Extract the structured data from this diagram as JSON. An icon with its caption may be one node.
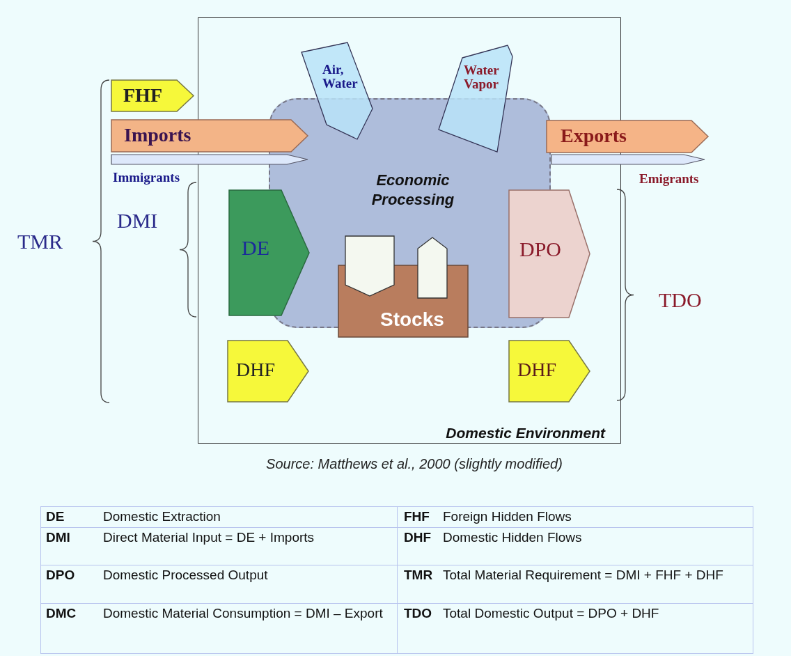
{
  "diagram": {
    "caption": "Source: Matthews et al., 2000 (slightly modified)",
    "nodes": [
      {
        "text": [
          "Domestic Environment"
        ]
      },
      {
        "text": [
          "Economic Processing"
        ],
        "in": 0
      },
      {
        "text": [
          "FHF"
        ]
      },
      {
        "text": [
          "Imports"
        ]
      },
      {
        "text": [
          "Immigrants"
        ]
      },
      {
        "text": [
          "Air, Water"
        ],
        "in": 0
      },
      {
        "text": [
          "Water Vapor"
        ],
        "in": 0
      },
      {
        "text": [
          "Exports"
        ]
      },
      {
        "text": [
          "Emigrants"
        ]
      },
      {
        "text": [
          "DE"
        ],
        "in": 0
      },
      {
        "text": [
          "Stocks"
        ],
        "in": 1
      },
      {
        "text": [
          "DPO"
        ],
        "in": 0
      },
      {
        "text": [
          "DHF"
        ],
        "in": 0
      },
      {
        "text": [
          "DHF"
        ],
        "in": 0
      }
    ],
    "labels": [
      "DMI",
      "TMR",
      "TDO",
      "DE",
      "Domestic Extraction",
      "FHF",
      "Foreign Hidden Flows",
      "DMI",
      "Direct Material Input = DE + Imports",
      "DHF",
      "Domestic Hidden Flows",
      "DPO",
      "Domestic Processed Output",
      "TMR",
      "Total Material Requirement = DMI + FHF + DHF",
      "DMC",
      "Domestic Material Consumption = DMI – Export",
      "TDO",
      "Total Domestic Output = DPO + DHF"
    ]
  }
}
